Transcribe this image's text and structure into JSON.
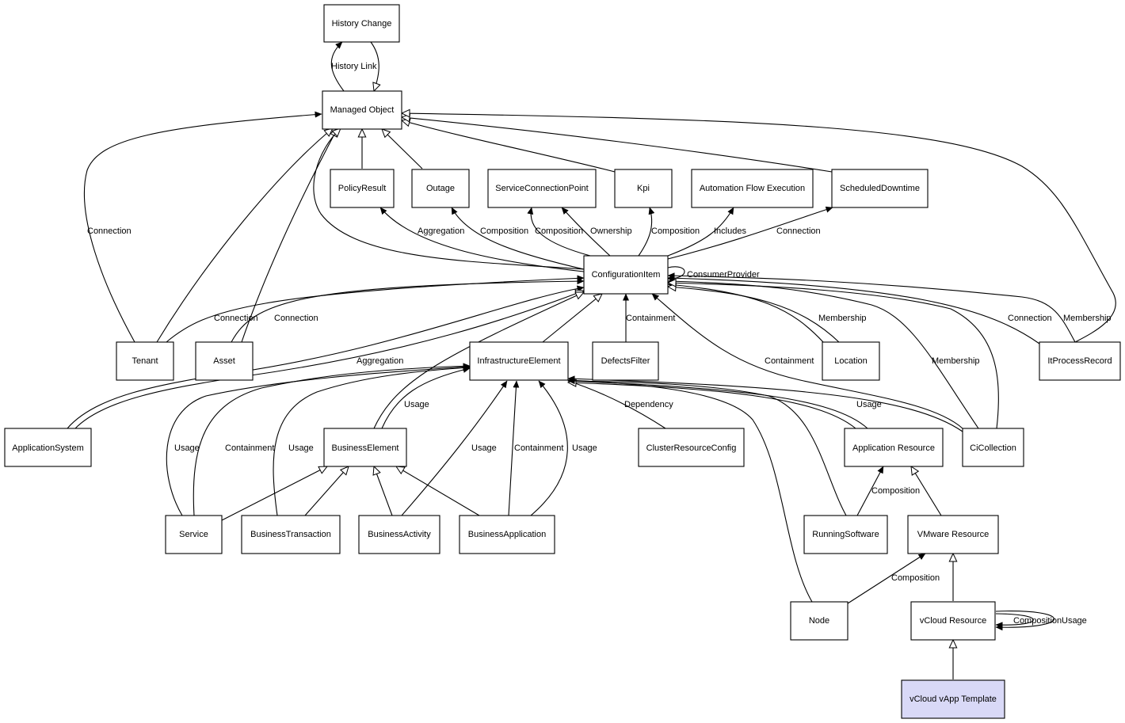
{
  "colors": {
    "node_fill": "#ffffff",
    "highlight_fill": "#d9d9f7",
    "stroke": "#000000"
  },
  "nodes": {
    "history_change": "History Change",
    "managed_object": "Managed Object",
    "policy_result": "PolicyResult",
    "outage": "Outage",
    "service_connection_point": "ServiceConnectionPoint",
    "kpi": "Kpi",
    "automation_flow_execution": "Automation Flow Execution",
    "scheduled_downtime": "ScheduledDowntime",
    "configuration_item": "ConfigurationItem",
    "tenant": "Tenant",
    "asset": "Asset",
    "infrastructure_element": "InfrastructureElement",
    "defects_filter": "DefectsFilter",
    "location": "Location",
    "it_process_record": "ItProcessRecord",
    "application_system": "ApplicationSystem",
    "business_element": "BusinessElement",
    "cluster_resource_config": "ClusterResourceConfig",
    "application_resource": "Application Resource",
    "ci_collection": "CiCollection",
    "service": "Service",
    "business_transaction": "BusinessTransaction",
    "business_activity": "BusinessActivity",
    "business_application": "BusinessApplication",
    "running_software": "RunningSoftware",
    "vmware_resource": "VMware Resource",
    "node": "Node",
    "vcloud_resource": "vCloud Resource",
    "vcloud_vapp_template": "vCloud vApp Template"
  },
  "edge_labels": {
    "history_link": "History Link",
    "tenant_mo_connection": "Connection",
    "ci_pr_aggregation": "Aggregation",
    "ci_outage_composition": "Composition",
    "ci_scp_composition": "Composition",
    "ci_scp_ownership": "Ownership",
    "ci_kpi_composition": "Composition",
    "ci_afe_includes": "Includes",
    "ci_sd_connection": "Connection",
    "consumer_provider": "ConsumerProvider",
    "tenant_ci_connection": "Connection",
    "asset_ci_connection": "Connection",
    "defects_containment": "Containment",
    "location_membership": "Membership",
    "itpr_connection": "Connection",
    "itpr_membership": "Membership",
    "appsys_aggregation": "Aggregation",
    "cic_containment": "Containment",
    "cic_membership": "Membership",
    "be_usage": "Usage",
    "crc_dependency": "Dependency",
    "ar_usage": "Usage",
    "service_usage": "Usage",
    "service_containment": "Containment",
    "bt_usage": "Usage",
    "bact_usage": "Usage",
    "bapp_containment": "Containment",
    "bapp_usage": "Usage",
    "rs_composition": "Composition",
    "node_composition": "Composition",
    "vcloud_composition": "Composition",
    "vcloud_usage": "Usage"
  }
}
